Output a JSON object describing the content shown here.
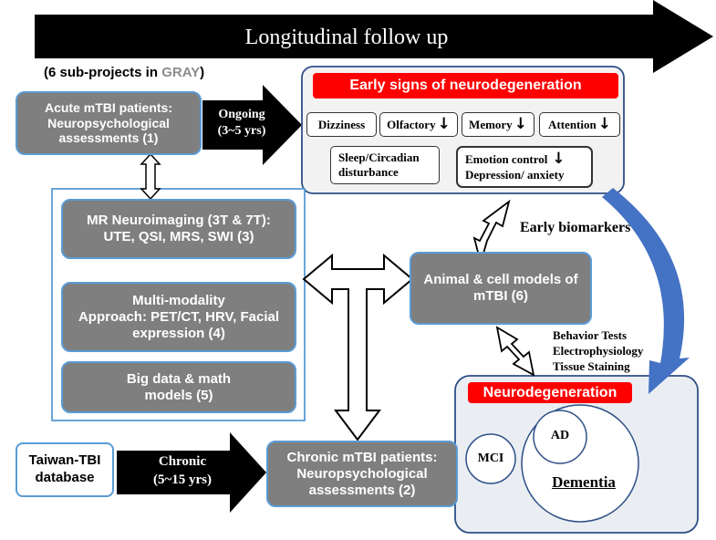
{
  "banner": {
    "label": "Longitudinal follow up"
  },
  "note": {
    "prefix": "(6 sub-projects in ",
    "highlight": "GRAY",
    "suffix": ")"
  },
  "boxes": {
    "acute": [
      "Acute mTBI patients:",
      "Neuropsychological",
      "assessments (1)"
    ],
    "mr": [
      "MR Neuroimaging  (3T & 7T):",
      "UTE, QSI, MRS, SWI (3)"
    ],
    "multi": [
      "Multi-modality",
      "Approach: PET/CT, HRV, Facial",
      "expression (4)"
    ],
    "bigdata": [
      "Big data & math",
      "models (5)"
    ],
    "animal": [
      "Animal & cell models of",
      "mTBI (6)"
    ],
    "chronic": [
      "Chronic mTBI patients:",
      "Neuropsychological",
      "assessments (2)"
    ],
    "taiwan": [
      "Taiwan-TBI",
      "database"
    ]
  },
  "arrows": {
    "ongoing": [
      "Ongoing",
      "(3~5 yrs)"
    ],
    "chronic": [
      "Chronic",
      "(5~15 yrs)"
    ]
  },
  "early_signs": {
    "title": "Early signs of neurodegeneration",
    "tags": {
      "dizziness": "Dizziness",
      "olfactory": "Olfactory",
      "memory": "Memory",
      "attention": "Attention",
      "sleep": [
        "Sleep/Circadian",
        "disturbance"
      ],
      "emotion": [
        "Emotion control",
        "Depression/ anxiety"
      ]
    },
    "down_arrow": "↓"
  },
  "labels": {
    "early_biomarkers": "Early biomarkers",
    "tests": [
      "Behavior Tests",
      "Electrophysiology",
      "Tissue Staining"
    ]
  },
  "neurodegeneration": {
    "title": "Neurodegeneration",
    "mci": "MCI",
    "ad": "AD",
    "dementia": "Dementia"
  },
  "colors": {
    "gray_box": "#7f7f7f",
    "blue_border": "#5b9bd5",
    "red": "#ff0000",
    "curved_arrow": "#4472c4"
  }
}
